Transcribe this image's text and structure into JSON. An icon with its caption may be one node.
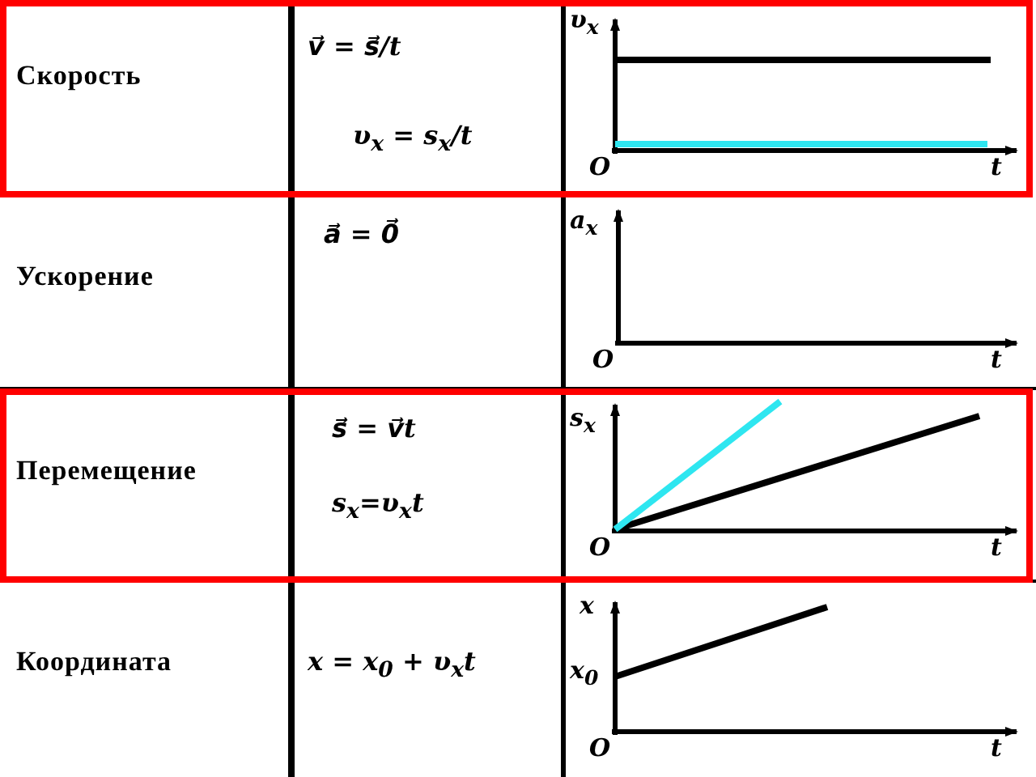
{
  "diagram": {
    "labels": [
      "Скорость",
      "v⃗ = s⃗/t",
      "υ$_{x}$ = s$_{x}$/t",
      "υ$_{x}$",
      "O",
      "t",
      "Ускорение",
      "a⃗ = 0⃗",
      "a$_{x}$",
      "O",
      "t",
      "Перемещение",
      "s⃗ = v⃗t",
      "s$_{x}$=υ$_{x}$t",
      "s$_{x}$",
      "O",
      "t",
      "Координата",
      "x = x$_{0}$ + υ$_{x}$t",
      "x",
      "x$_{0}$",
      "O",
      "t"
    ]
  }
}
